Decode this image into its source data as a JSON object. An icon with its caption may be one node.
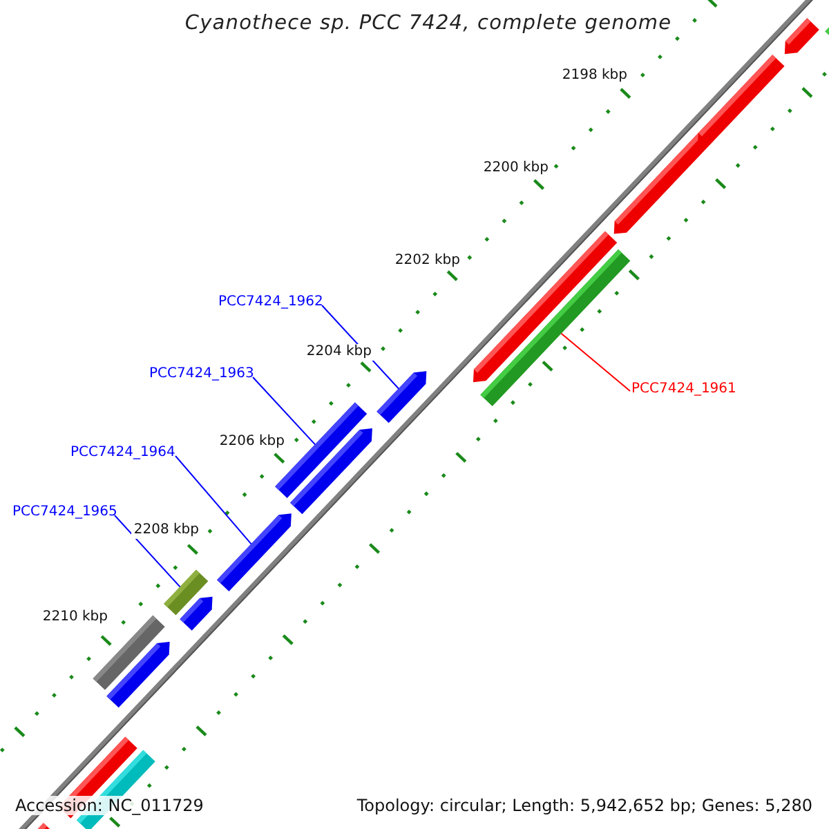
{
  "diagram": {
    "title": "Cyanothece sp. PCC 7424, complete genome",
    "nodes": [
      {
        "text": [
          "PCC7424_1962"
        ]
      },
      {
        "text": [],
        "shape": "bar"
      },
      {
        "text": [
          "PCC7424_1963"
        ]
      },
      {
        "text": [],
        "shape": "bar"
      },
      {
        "text": [
          "PCC7424_1964"
        ]
      },
      {
        "text": [],
        "shape": "bar"
      },
      {
        "text": [
          "PCC7424_1965"
        ]
      },
      {
        "text": [],
        "shape": "bar"
      },
      {
        "text": [
          "PCC7424_1961"
        ]
      },
      {
        "text": [],
        "shape": "bar"
      }
    ],
    "edges": [
      {
        "from": 0,
        "to": 1,
        "arrow": "none"
      },
      {
        "from": 2,
        "to": 3,
        "arrow": "none"
      },
      {
        "from": 4,
        "to": 5,
        "arrow": "none"
      },
      {
        "from": 6,
        "to": 7,
        "arrow": "none"
      },
      {
        "from": 8,
        "to": 9,
        "arrow": "none",
        "color": "#ff0000"
      }
    ],
    "labels": [
      "2198 kbp",
      "2200 kbp",
      "2202 kbp",
      "2204 kbp",
      "2206 kbp",
      "2208 kbp",
      "2210 kbp",
      "Accession: NC_011729",
      "Topology: circular; Length: 5,942,652 bp; Genes: 5,280"
    ]
  }
}
